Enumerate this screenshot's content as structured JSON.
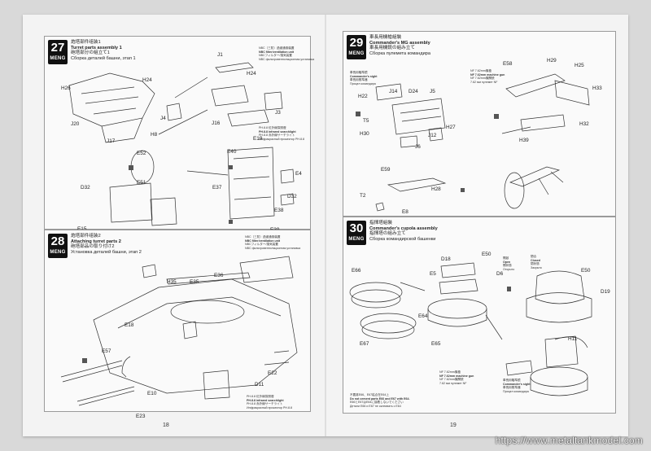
{
  "brand": "MENG",
  "pages": {
    "left_number": "18",
    "right_number": "19"
  },
  "steps": [
    {
      "number": "27",
      "title_cn": "炮塔部件组装1",
      "title_en": "Turret parts assembly 1",
      "title_jp": "砲塔部分の組立て1",
      "title_ru": "Сборка деталей башни, этап 1"
    },
    {
      "number": "28",
      "title_cn": "炮塔部件组装2",
      "title_en": "Attaching turret parts 2",
      "title_jp": "砲塔部品の取り付け2",
      "title_ru": "Установка деталей башни, этап 2"
    },
    {
      "number": "29",
      "title_cn": "車長用機槍組裝",
      "title_en": "Commander's MG assembly",
      "title_jp": "車長用機銃の組み立て",
      "title_ru": "Сборка пулемета командира"
    },
    {
      "number": "30",
      "title_cn": "指揮塔組裝",
      "title_en": "Commander's cupola assembly",
      "title_jp": "指揮塔の組み立て",
      "title_ru": "Сборка командирской башенки"
    }
  ],
  "notes": {
    "nbc": {
      "cn": "NBC（三防）過濾通風裝置",
      "en": "NBC filter/ventilation unit",
      "jp": "NBCフィルター/換気装置",
      "ru": "NBC фильтровентиляционная установка"
    },
    "pe27": {
      "cn": "PH.8.8 紅外線探照燈",
      "en": "PH.8.8 infrared searchlight",
      "jp": "PH.8.8 赤外線サーチライト",
      "ru": "Инфракрасный прожектор PH.8.8"
    },
    "nbc28": {
      "cn": "NBC（三防）過濾通風裝置",
      "en": "NBC filter/ventilation unit",
      "jp": "NBCフィルター/換気装置",
      "ru": "NBC фильтровентиляционная установка"
    },
    "pe28": {
      "cn": "PH.8.8 紅外線探照燈",
      "en": "PH.8.8 infrared searchlight",
      "jp": "PH.8.8 赤外線サーチライト",
      "ru": "Инфракрасный прожектор PH.8.8"
    },
    "sight29": {
      "cn": "車長用瞄準鏡",
      "en": "Commander's sight",
      "jp": "車長用照準器",
      "ru": "Прицел командира"
    },
    "mg29": {
      "cn": "NF 7.62mm機槍",
      "en": "NF 7.62mm machine gun",
      "jp": "NF 7.62mm機関銃",
      "ru": "7.62 мм пулемет NF"
    },
    "open30": {
      "cn": "開啟",
      "en": "Open",
      "jp": "開状態",
      "ru": "Открыто"
    },
    "close30": {
      "cn": "閉合",
      "en": "Closed",
      "jp": "閉状態",
      "ru": "Закрыто"
    },
    "mg30": {
      "cn": "NF 7.62mm機槍",
      "en": "NF 7.62mm machine gun",
      "jp": "NF 7.62mm機関銃",
      "ru": "7.62 мм пулемет NF"
    },
    "sight30": {
      "cn": "車長用瞄準鏡",
      "en": "Commander's sight",
      "jp": "車長用照準器",
      "ru": "Прицел командира"
    },
    "warn30": {
      "cn": "不要將E66、E67粘合在E64上",
      "en": "Do not cement parts E66 and E67 with E64.",
      "jp": "E66とE67はE64に接着しないでください",
      "ru": "Детали E66 и E67 не склеивать с E64"
    }
  },
  "part_labels": {
    "p27": [
      "H26",
      "H24",
      "J20",
      "J17",
      "J4",
      "H8",
      "J1",
      "H24",
      "J3",
      "J16",
      "E52",
      "D32",
      "E51",
      "E15",
      "T3",
      "E40",
      "E19",
      "E4",
      "E37",
      "D32",
      "E38",
      "E39"
    ],
    "p28": [
      "H35",
      "E35",
      "E36",
      "E18",
      "E57",
      "E10",
      "E23",
      "E22",
      "D11"
    ],
    "p29": [
      "H22",
      "J14",
      "D24",
      "J5",
      "T5",
      "H27",
      "H30",
      "J12",
      "J6",
      "E59",
      "T2",
      "E8",
      "H28",
      "E58",
      "H29",
      "H25",
      "H33",
      "H32",
      "H39"
    ],
    "p30": [
      "D18",
      "E50",
      "E66",
      "E5",
      "D6",
      "E64",
      "E67",
      "E65",
      "E50",
      "D19",
      "H11"
    ]
  },
  "watermark": "https://www.metaltankmodel.com"
}
